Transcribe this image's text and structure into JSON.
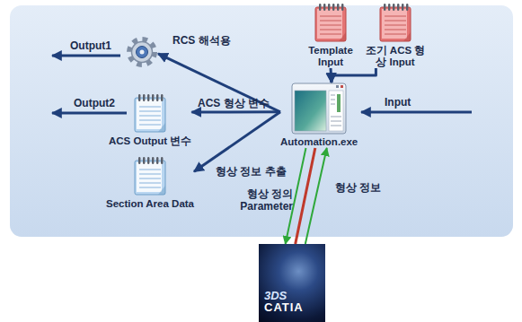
{
  "diagram": {
    "nodes": [
      {
        "text": [
          "Template Input"
        ]
      },
      {
        "text": [
          "조기 ACS 형상 Input"
        ]
      },
      {
        "text": [
          "Automation.exe"
        ]
      },
      {
        "text": []
      },
      {
        "text": [
          "ACS Output 변수"
        ]
      },
      {
        "text": [
          "Section Area Data"
        ]
      },
      {
        "text": [
          "3DS",
          "CATIA"
        ]
      }
    ],
    "edges": [
      {
        "from": 0,
        "to": 2,
        "arrow": "to"
      },
      {
        "from": 1,
        "to": 2,
        "arrow": "to"
      },
      {
        "from": 2,
        "to": 3,
        "label": "RCS 해석용",
        "arrow": "to"
      },
      {
        "from": 2,
        "to": 4,
        "label": "ACS 형상 변수",
        "arrow": "to"
      },
      {
        "from": 2,
        "to": 5,
        "label": "형상 정보 추출",
        "arrow": "to"
      },
      {
        "from": 2,
        "to": 6,
        "arrow": "none"
      },
      {
        "from": 2,
        "to": 6,
        "label": "형상 정의 Parameter",
        "arrow": "to"
      },
      {
        "from": 6,
        "to": 2,
        "label": "형상 정보",
        "arrow": "to"
      }
    ],
    "labels": [
      "Output1",
      "Output2",
      "Input"
    ]
  }
}
